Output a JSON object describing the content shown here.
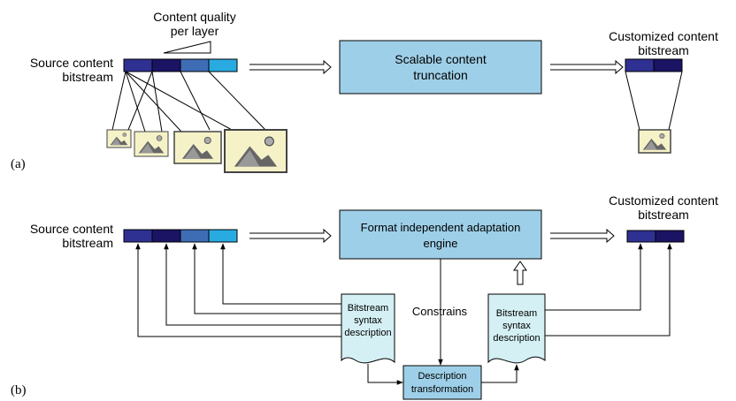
{
  "part_a": {
    "label": "(a)",
    "source_label_line1": "Source content",
    "source_label_line2": "bitstream",
    "quality_label_line1": "Content quality",
    "quality_label_line2": "per layer",
    "process_line1": "Scalable content",
    "process_line2": "truncation",
    "output_label_line1": "Customized content",
    "output_label_line2": "bitstream"
  },
  "part_b": {
    "label": "(b)",
    "source_label_line1": "Source content",
    "source_label_line2": "bitstream",
    "engine_line1": "Format independent adaptation",
    "engine_line2": "engine",
    "constrains": "Constrains",
    "bsd_left_line1": "Bitstream",
    "bsd_left_line2": "syntax",
    "bsd_left_line3": "description",
    "bsd_right_line1": "Bitstream",
    "bsd_right_line2": "syntax",
    "bsd_right_line3": "description",
    "transform_line1": "Description",
    "transform_line2": "transformation",
    "output_label_line1": "Customized content",
    "output_label_line2": "bitstream"
  },
  "colors": {
    "layer1": "#2e3192",
    "layer2": "#1b1464",
    "layer3": "#3f6db5",
    "layer4": "#29abe2",
    "process_fill": "#9ecfe8",
    "document_fill": "#d4f0f4",
    "picture_fill": "#f5f2c8"
  }
}
